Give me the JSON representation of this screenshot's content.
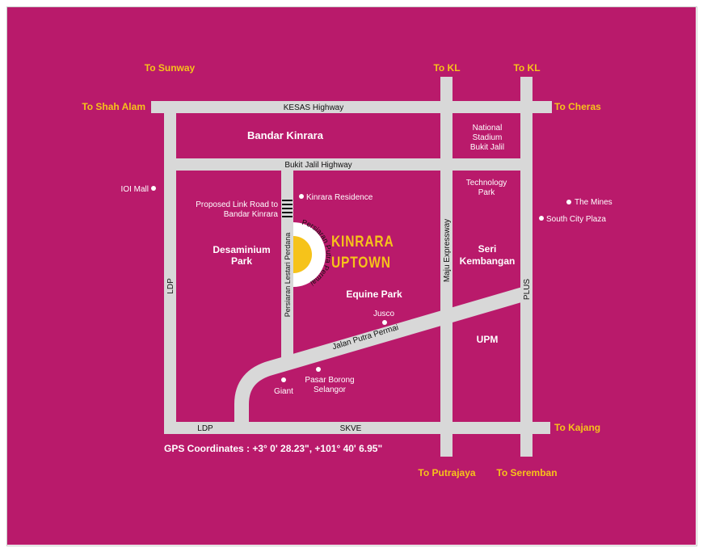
{
  "colors": {
    "background": "#b91a6b",
    "road": "#d8d8d8",
    "road_label": "#111111",
    "destination": "#f6c31a",
    "area_text": "#ffffff",
    "marker": "#f6c31a"
  },
  "destinations": {
    "sunway": "To Sunway",
    "kl_left": "To KL",
    "kl_right": "To KL",
    "shah_alam": "To Shah Alam",
    "cheras": "To Cheras",
    "kajang": "To Kajang",
    "putrajaya": "To Putrajaya",
    "seremban": "To Seremban"
  },
  "roads": {
    "kesas": "KESAS Highway",
    "bukit_jalil": "Bukit Jalil Highway",
    "ldp_vertical": "LDP",
    "ldp_bottom": "LDP",
    "skve": "SKVE",
    "maju": "Maju Expressway",
    "plus": "PLUS",
    "lestari": "Persiaran Lestari Perdana",
    "putra_permai": "Persiaran Putra Permai",
    "jalan_putra": "Jalan Putra Permai"
  },
  "areas": {
    "bandar_kinrara": "Bandar Kinrara",
    "national_stadium": [
      "National",
      "Stadium",
      "Bukit Jalil"
    ],
    "technology_park": [
      "Technology",
      "Park"
    ],
    "desaminium": [
      "Desaminium",
      "Park"
    ],
    "seri_kembangan": [
      "Seri",
      "Kembangan"
    ],
    "equine_park": "Equine Park",
    "upm": "UPM",
    "link_road": [
      "Proposed Link Road to",
      "Bandar Kinrara"
    ]
  },
  "pois": {
    "ioi_mall": "IOI Mall",
    "kinrara_residence": "Kinrara Residence",
    "the_mines": "The Mines",
    "south_city": "South City Plaza",
    "jusco": "Jusco",
    "giant": "Giant",
    "pasar_borong": [
      "Pasar Borong",
      "Selangor"
    ]
  },
  "project": {
    "name_line1": "KINRARA",
    "name_line2": "UPTOWN"
  },
  "gps": "GPS Coordinates : +3° 0' 28.23\", +101° 40' 6.95\""
}
